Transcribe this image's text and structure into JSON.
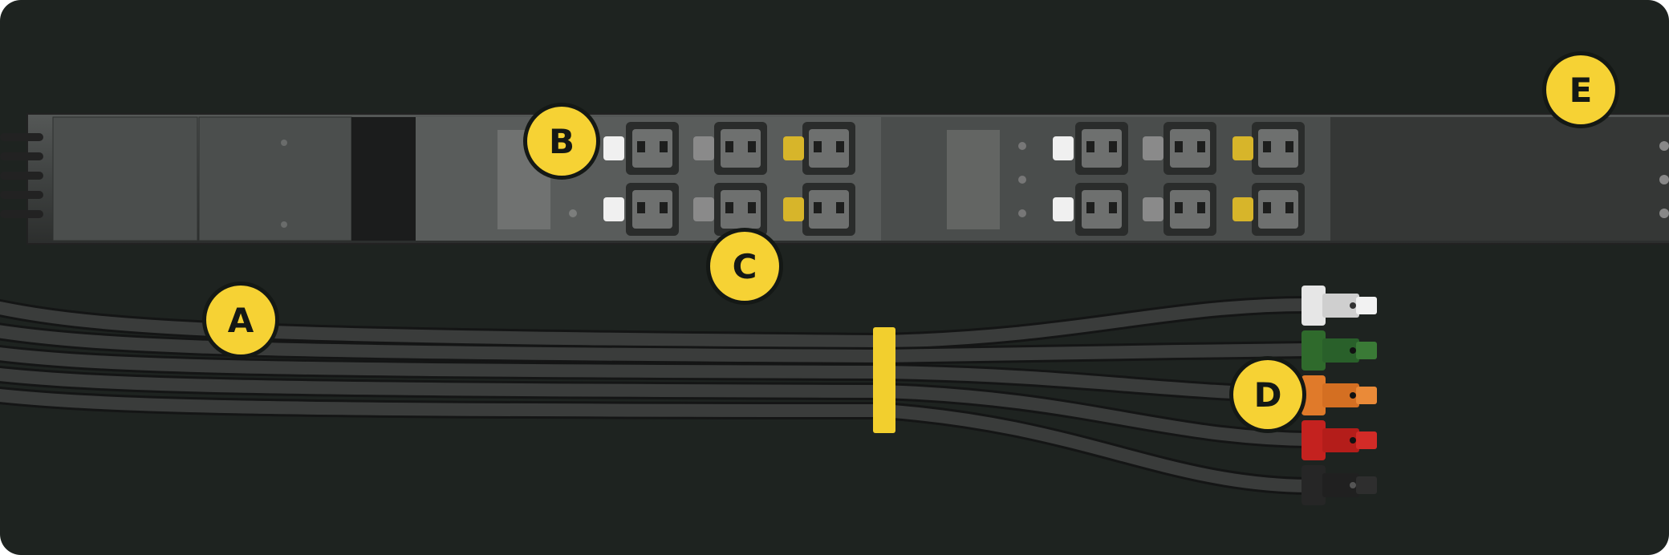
{
  "callouts": [
    {
      "id": "A",
      "label": "A"
    },
    {
      "id": "B",
      "label": "B"
    },
    {
      "id": "C",
      "label": "C"
    },
    {
      "id": "D",
      "label": "D"
    },
    {
      "id": "E",
      "label": "E"
    }
  ],
  "colors": {
    "background": "#1e2320",
    "callout_fill": "#f6d234",
    "pdu_body": "#3b3d3c",
    "cable": "#2e302f",
    "cable_tie": "#f2cf2e",
    "connector_white": "#e6e6e6",
    "connector_green": "#2f6a2c",
    "connector_orange": "#e07a2a",
    "connector_red": "#c4221f",
    "connector_black": "#262626",
    "latch_white": "#f0f0f0",
    "latch_grey": "#8a8a8a",
    "latch_yellow": "#d7b52a"
  }
}
